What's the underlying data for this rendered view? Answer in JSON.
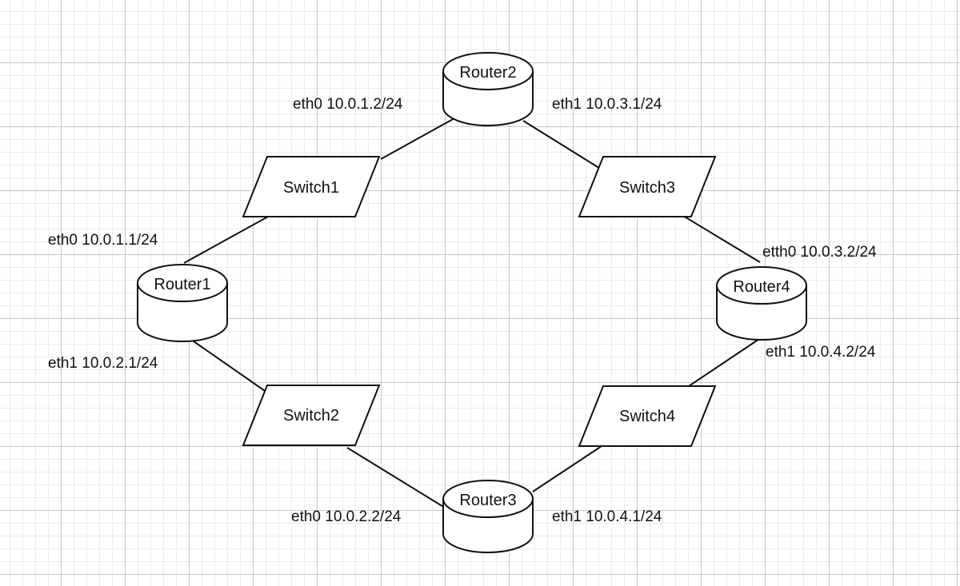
{
  "routers": {
    "r1": {
      "label": "Router1"
    },
    "r2": {
      "label": "Router2"
    },
    "r3": {
      "label": "Router3"
    },
    "r4": {
      "label": "Router4"
    }
  },
  "switches": {
    "s1": {
      "label": "Switch1"
    },
    "s2": {
      "label": "Switch2"
    },
    "s3": {
      "label": "Switch3"
    },
    "s4": {
      "label": "Switch4"
    }
  },
  "interfaces": {
    "r1_eth0": "eth0 10.0.1.1/24",
    "r1_eth1": "eth1 10.0.2.1/24",
    "r2_eth0": "eth0 10.0.1.2/24",
    "r2_eth1": "eth1 10.0.3.1/24",
    "r3_eth0": "eth0 10.0.2.2/24",
    "r3_eth1": "eth1 10.0.4.1/24",
    "r4_eth0": "etth0 10.0.3.2/24",
    "r4_eth1": "eth1 10.0.4.2/24"
  },
  "links": [
    [
      "Router1",
      "Switch1"
    ],
    [
      "Switch1",
      "Router2"
    ],
    [
      "Router2",
      "Switch3"
    ],
    [
      "Switch3",
      "Router4"
    ],
    [
      "Router4",
      "Switch4"
    ],
    [
      "Switch4",
      "Router3"
    ],
    [
      "Router3",
      "Switch2"
    ],
    [
      "Switch2",
      "Router1"
    ]
  ]
}
